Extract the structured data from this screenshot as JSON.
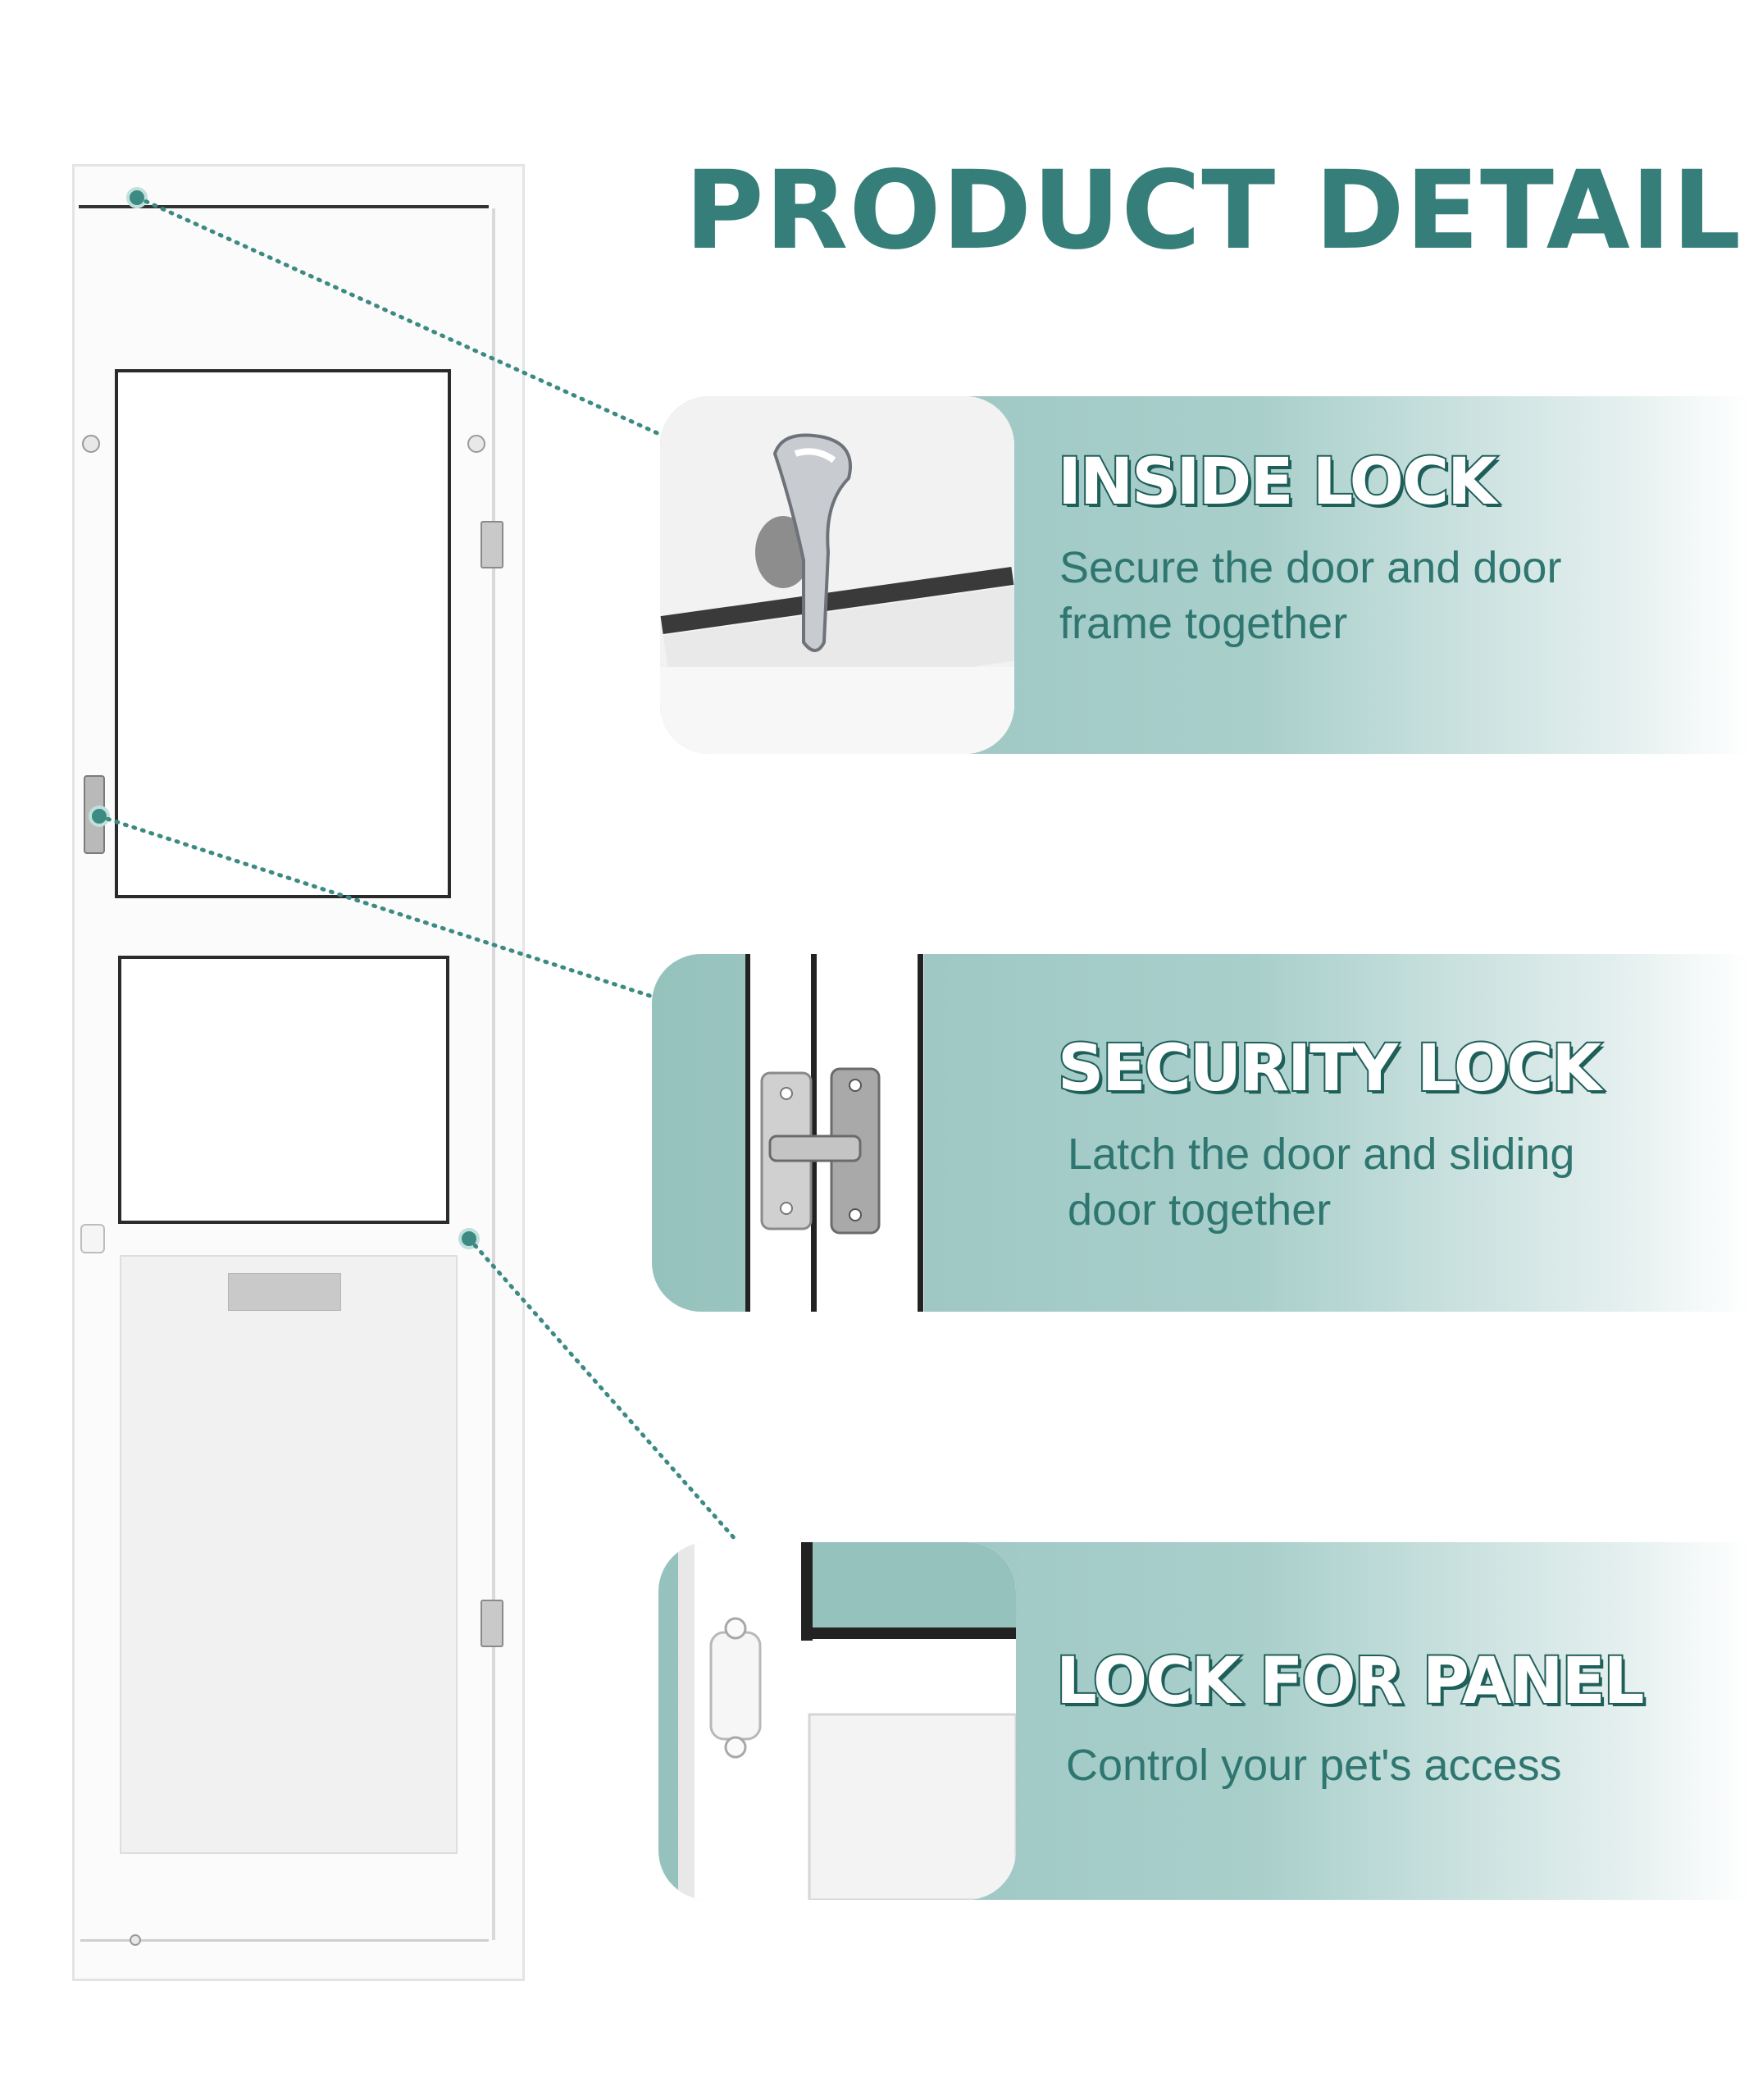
{
  "page": {
    "title": "PRODUCT DETAILS"
  },
  "features": [
    {
      "title": "INSIDE LOCK",
      "line1": "Secure the door and door",
      "line2": "frame together",
      "icon": "inside-lock-icon"
    },
    {
      "title": "SECURITY LOCK",
      "line1": "Latch the door and sliding",
      "line2": "door together",
      "icon": "security-lock-icon"
    },
    {
      "title": "LOCK FOR PANEL",
      "line1": "Control your pet's access",
      "icon": "panel-lock-icon"
    }
  ],
  "colors": {
    "accent": "#357e79",
    "card_start": "#96c2be",
    "title_stroke": "#1f5f5a",
    "marker": "#3d8a83"
  }
}
